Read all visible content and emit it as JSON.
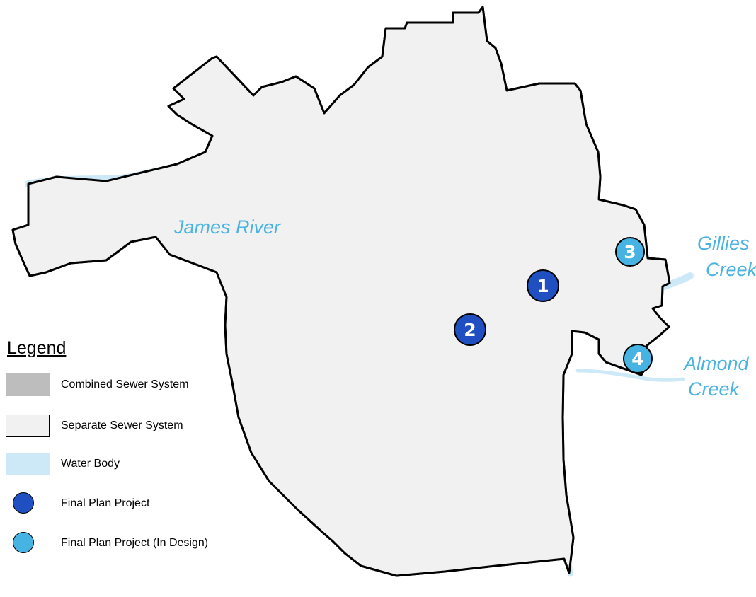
{
  "map": {
    "colors": {
      "separate_area": "#f1f1f1",
      "combined_area": "#bdbdbd",
      "water": "#cde9f8",
      "water_label": "#4ab3e2",
      "boundary": "#000000",
      "final_project": "#1f4fc1",
      "in_design_project": "#47b3e3"
    },
    "water_labels": {
      "james": "James River",
      "gillies_1": "Gillies",
      "gillies_2": "Creek",
      "almond_1": "Almond",
      "almond_2": "Creek"
    },
    "markers": [
      {
        "number": "1",
        "kind": "final_plan_project"
      },
      {
        "number": "2",
        "kind": "final_plan_project"
      },
      {
        "number": "3",
        "kind": "in_design_project"
      },
      {
        "number": "4",
        "kind": "in_design_project"
      }
    ]
  },
  "legend": {
    "title": "Legend",
    "items": [
      {
        "label": "Combined Sewer System",
        "icon": "combined-sewer-swatch"
      },
      {
        "label": "Separate Sewer System",
        "icon": "separate-sewer-swatch"
      },
      {
        "label": "Water Body",
        "icon": "water-body-swatch"
      },
      {
        "label": "Final Plan Project",
        "icon": "final-project-circle"
      },
      {
        "label": "Final Plan Project (In Design)",
        "icon": "in-design-circle"
      }
    ]
  }
}
